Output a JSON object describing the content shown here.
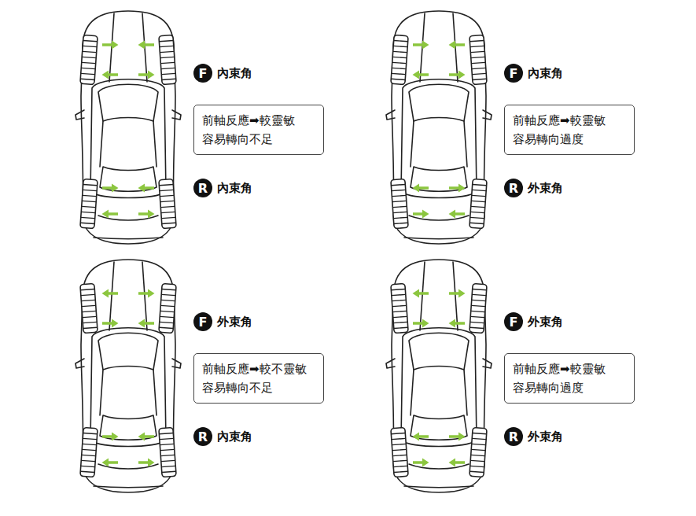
{
  "diagram": {
    "nodes": [
      {
        "text": [
          "F",
          "內束角"
        ]
      },
      {
        "text": [
          "前軸反應➡較靈敏 容易轉向不足"
        ]
      },
      {
        "text": [
          "R",
          "內束角"
        ]
      },
      {
        "text": [
          "F",
          "內束角"
        ]
      },
      {
        "text": [
          "前軸反應➡較靈敏 容易轉向過度"
        ]
      },
      {
        "text": [
          "R",
          "外束角"
        ]
      },
      {
        "text": [
          "F",
          "外束角"
        ]
      },
      {
        "text": [
          "前軸反應➡較不靈敏 容易轉向不足"
        ]
      },
      {
        "text": [
          "R",
          "內束角"
        ]
      },
      {
        "text": [
          "F",
          "外束角"
        ]
      },
      {
        "text": [
          "前軸反應➡較靈敏 容易轉向過度"
        ]
      },
      {
        "text": [
          "R",
          "外束角"
        ]
      }
    ]
  }
}
